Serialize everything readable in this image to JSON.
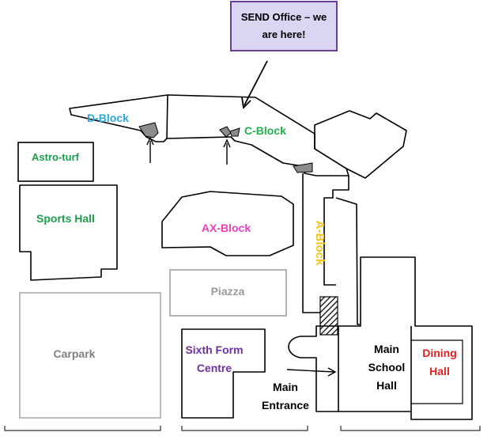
{
  "callout": {
    "text": "SEND Office – we are here!"
  },
  "labels": {
    "d_block": "D-Block",
    "c_block": "C-Block",
    "astro_turf": "Astro-turf",
    "sports_hall": "Sports Hall",
    "ax_block": "AX-Block",
    "a_block": "A-Block",
    "piazza": "Piazza",
    "carpark": "Carpark",
    "sixth_form_line1": "Sixth Form",
    "sixth_form_line2": "Centre",
    "main_entrance_line1": "Main",
    "main_entrance_line2": "Entrance",
    "main_school_hall_line1": "Main",
    "main_school_hall_line2": "School",
    "main_school_hall_line3": "Hall",
    "dining_hall_line1": "Dining",
    "dining_hall_line2": "Hall"
  },
  "colors": {
    "d_block": "#29a8e0",
    "c_block": "#22b14c",
    "astro_turf": "#1a9e4a",
    "sports_hall": "#1a9e4a",
    "ax_block": "#e83ec0",
    "a_block": "#f5c518",
    "piazza": "#9a9a9a",
    "carpark": "#7f7f7f",
    "sixth_form": "#7030a0",
    "main_entrance": "#000000",
    "main_school_hall": "#000000",
    "dining_hall": "#e02020",
    "callout_border": "#6a3d9a",
    "callout_fill": "#d9d5f2",
    "outline": "#000000"
  }
}
